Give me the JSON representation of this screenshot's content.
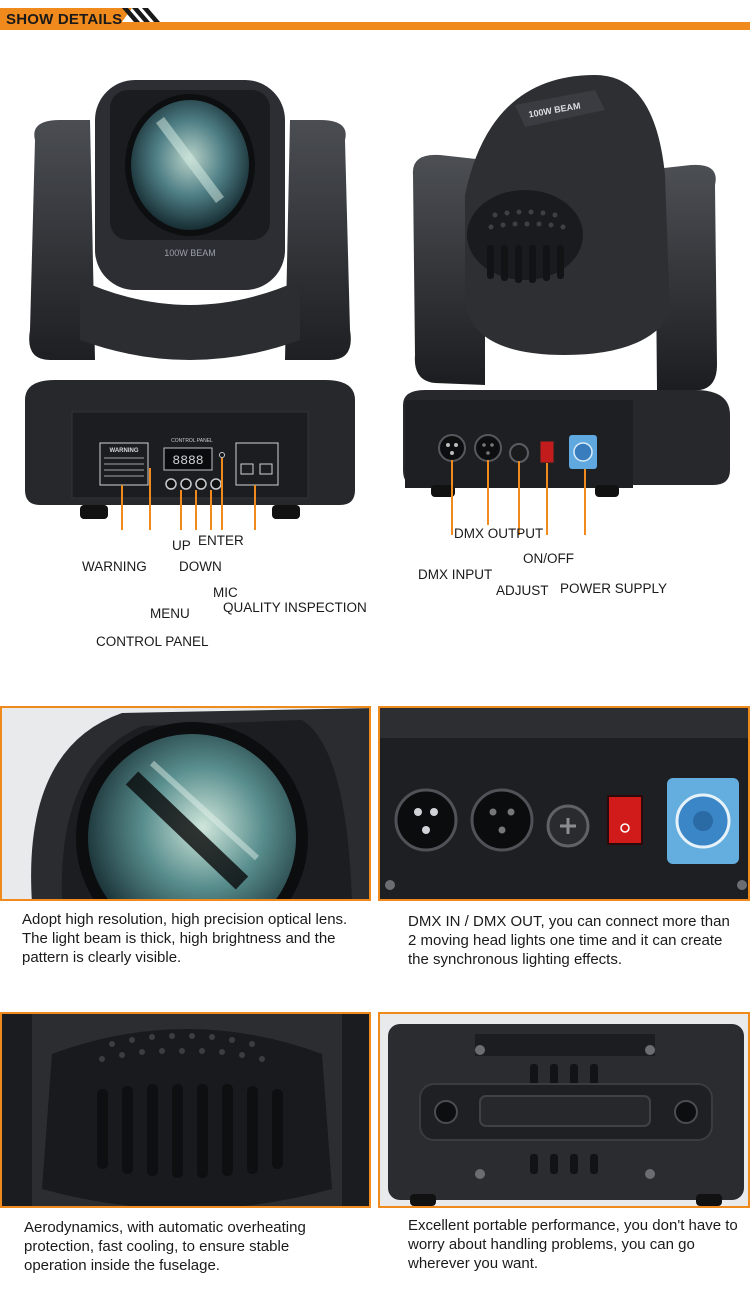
{
  "header": {
    "title": "SHOW DETAILS",
    "accent_color": "#f08a1c"
  },
  "product": {
    "head_label": "100W BEAM"
  },
  "front_callouts": {
    "warning": "WARNING",
    "up": "UP",
    "enter": "ENTER",
    "down": "DOWN",
    "mic": "MIC",
    "menu": "MENU",
    "quality_inspection": "QUALITY INSPECTION",
    "control_panel": "CONTROL PANEL",
    "panel_caption": "CONTROL PANEL",
    "panel_warning": "WARNING",
    "display": "8888"
  },
  "back_callouts": {
    "dmx_output": "DMX OUTPUT",
    "on_off": "ON/OFF",
    "dmx_input": "DMX INPUT",
    "adjust": "ADJUST",
    "power_supply": "POWER SUPPLY"
  },
  "features": [
    {
      "caption": "Adopt high resolution, high precision optical lens. The light beam is thick, high brightness and the pattern is clearly visible."
    },
    {
      "caption": "DMX IN / DMX OUT, you can connect more than 2 moving head lights one time and it can create the synchronous lighting effects."
    },
    {
      "caption": "Aerodynamics, with automatic overheating protection, fast cooling, to ensure stable operation inside the fuselage."
    },
    {
      "caption": "Excellent portable performance, you don't have to worry about handling problems, you can go wherever you want."
    }
  ]
}
